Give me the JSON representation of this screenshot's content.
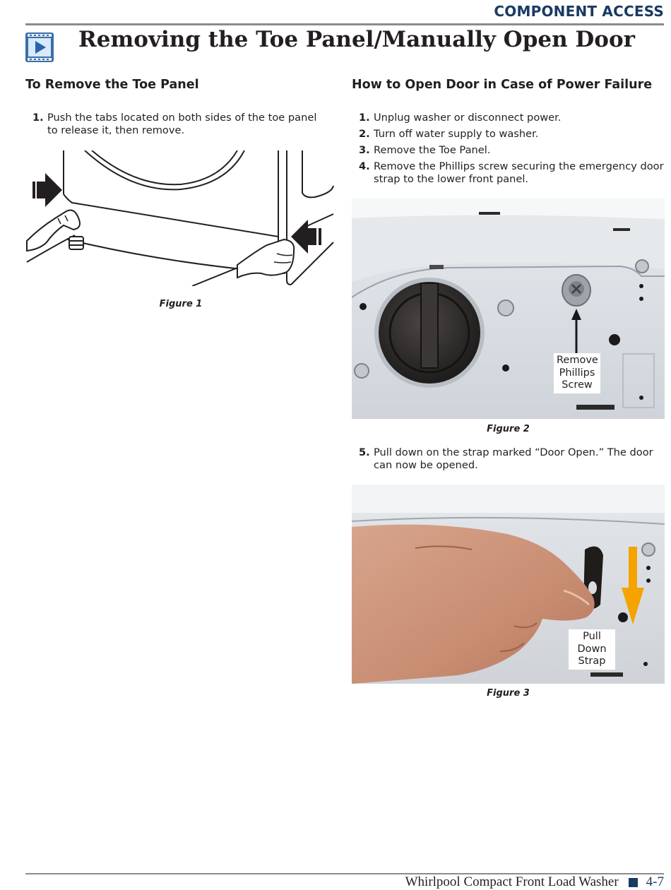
{
  "header": {
    "section": "COMPONENT ACCESS"
  },
  "page_title": "Removing the Toe Panel/Manually Open Door",
  "left": {
    "heading": "To Remove the Toe Panel",
    "steps": [
      {
        "num": "1.",
        "text": "Push the tabs located on both sides of the toe panel to release it, then remove."
      }
    ],
    "figure_caption": "Figure 1"
  },
  "right": {
    "heading": "How to Open Door in Case of Power Failure",
    "steps": [
      {
        "num": "1.",
        "text": "Unplug washer or disconnect power."
      },
      {
        "num": "2.",
        "text": "Turn off water supply to washer."
      },
      {
        "num": "3.",
        "text": "Remove the Toe Panel."
      },
      {
        "num": "4.",
        "text": "Remove the Phillips screw securing the emergency door strap to the lower front panel."
      },
      {
        "num": "5.",
        "text": "Pull down on the strap marked “Door Open.” The door can now be opened."
      }
    ],
    "figure2": {
      "caption": "Figure 2",
      "callout": [
        "Remove",
        "Phillips",
        "Screw"
      ]
    },
    "figure3": {
      "caption": "Figure 3",
      "callout": [
        "Pull",
        "Down",
        "Strap"
      ]
    }
  },
  "footer": {
    "manual": "Whirlpool Compact Front Load Washer",
    "page": "4-7"
  },
  "colors": {
    "accent": "#1b3a63",
    "arrow": "#f4a300",
    "rule": "#8c8c8c"
  }
}
